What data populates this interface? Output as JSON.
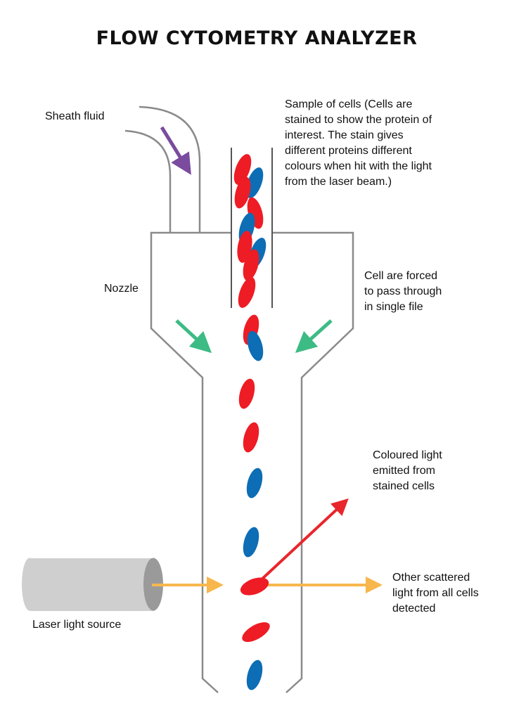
{
  "title": "FLOW CYTOMETRY ANALYZER",
  "labels": {
    "sheath_fluid": "Sheath fluid",
    "sample": [
      "Sample of cells (Cells are",
      "stained to show the protein of",
      "interest. The stain gives",
      "different proteins different",
      "colours when hit with the light",
      "from the laser beam.)"
    ],
    "nozzle": "Nozzle",
    "single_file": [
      "Cell are forced",
      "to pass through",
      "in single file"
    ],
    "coloured_light": [
      "Coloured light",
      "emitted from",
      "stained cells"
    ],
    "scattered_light": [
      "Other scattered",
      "light from all cells",
      "detected"
    ],
    "laser": "Laser light source"
  },
  "colors": {
    "cell_red": "#ee1c25",
    "cell_blue": "#0d6db5",
    "sheath_arrow": "#7a4b9e",
    "nozzle_arrow": "#3dbb85",
    "laser_beam": "#f7b74c",
    "emitted_light": "#e8262c",
    "laser_body": "#cfcfcf",
    "laser_end": "#9a9a9a",
    "outline": "#8a8a8a"
  },
  "cells_in_sample_tube": [
    "red",
    "blue",
    "red",
    "red",
    "blue",
    "red",
    "blue",
    "red",
    "red"
  ],
  "cells_in_channel": [
    "red",
    "blue",
    "red",
    "red",
    "blue",
    "blue",
    "red",
    "red",
    "blue"
  ]
}
